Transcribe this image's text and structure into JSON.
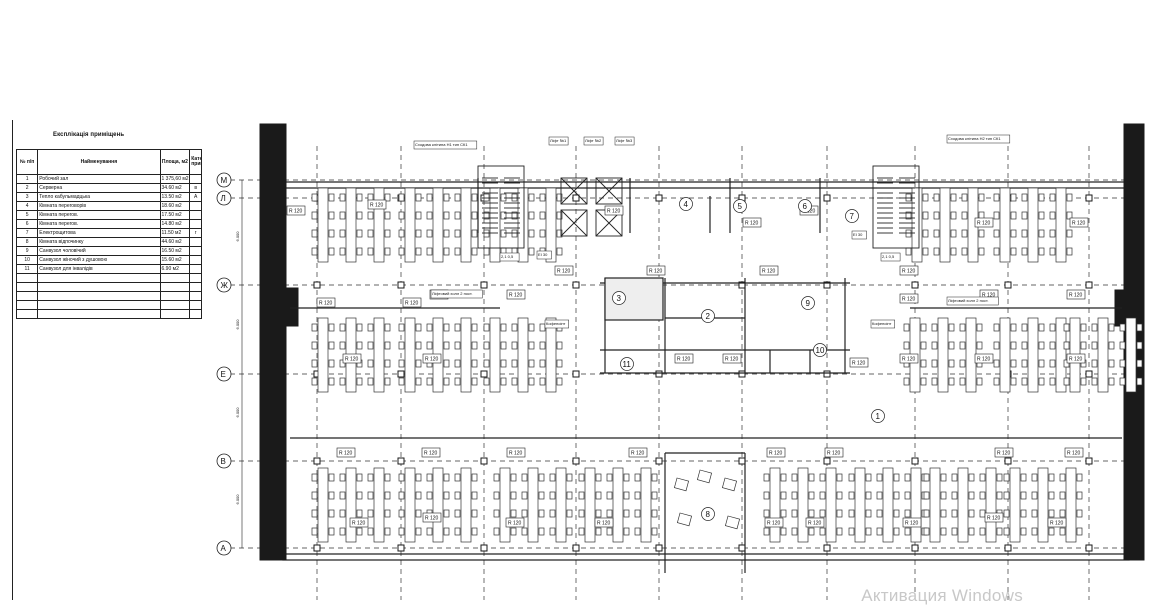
{
  "legend": {
    "title": "Експлікація приміщень",
    "headers": {
      "num": "№ п/п",
      "name": "Найменування",
      "area": "Площа, м2",
      "category": "Категорія приміщ."
    },
    "rows": [
      {
        "num": "1",
        "name": "Робочий зал",
        "area": "1 375,60 м2",
        "category": ""
      },
      {
        "num": "2",
        "name": "Серверна",
        "area": "34.60 м2",
        "category": "в"
      },
      {
        "num": "3",
        "name": "Тепло кабульмадцька",
        "area": "13.50 м2",
        "category": "А"
      },
      {
        "num": "4",
        "name": "Кімната переговорів",
        "area": "18.60 м2",
        "category": ""
      },
      {
        "num": "5",
        "name": "Кімната перегов.",
        "area": "17.50 м2",
        "category": ""
      },
      {
        "num": "6",
        "name": "Кімната перегов.",
        "area": "14.80 м2",
        "category": ""
      },
      {
        "num": "7",
        "name": "Електрощитова",
        "area": "11.50 м2",
        "category": "г"
      },
      {
        "num": "8",
        "name": "Кімната відпочинку",
        "area": "44.60 м2",
        "category": ""
      },
      {
        "num": "9",
        "name": "Санвузол чоловічий",
        "area": "16.50 м2",
        "category": ""
      },
      {
        "num": "10",
        "name": "Санвузол жіночий з душовою",
        "area": "15.60 м2",
        "category": ""
      },
      {
        "num": "11",
        "name": "Санвузол для інвалідів",
        "area": "6.90 м2",
        "category": ""
      },
      {
        "num": "",
        "name": "",
        "area": "",
        "category": ""
      },
      {
        "num": "",
        "name": "",
        "area": "",
        "category": ""
      },
      {
        "num": "",
        "name": "",
        "area": "",
        "category": ""
      },
      {
        "num": "",
        "name": "",
        "area": "",
        "category": ""
      },
      {
        "num": "",
        "name": "",
        "area": "",
        "category": ""
      }
    ]
  },
  "plan": {
    "axes": [
      "М",
      "Л",
      "Ж",
      "Е",
      "В",
      "А"
    ],
    "dims": [
      "6.000",
      "6.000",
      "6.000",
      "6.000"
    ],
    "room_numbers": [
      "1",
      "2",
      "3",
      "4",
      "5",
      "6",
      "7",
      "8",
      "9",
      "10",
      "11"
    ],
    "fire_rating": "R 120",
    "labels": {
      "stair_left": "Сходова клітина Н1 тип СК1",
      "stair_right": "Сходова клітина Н2 тип СК1",
      "lift1": "Ліфт №1",
      "lift2": "Ліфт №2",
      "lift3": "Ліфт №3",
      "kofepoint_left": "Кофепоінт",
      "kofepoint_right": "Кофепоінт",
      "elevator_hall_left": "Ліфтовий холл 2 пост.",
      "elevator_hall_right": "Ліфтовий холл 2 пост.",
      "door_left": "ЕІ 30",
      "door_right": "ЕІ 30",
      "fill1": "2,1 0,5",
      "fill2": "2,1 0,5"
    }
  },
  "watermark": "Активация Windows"
}
